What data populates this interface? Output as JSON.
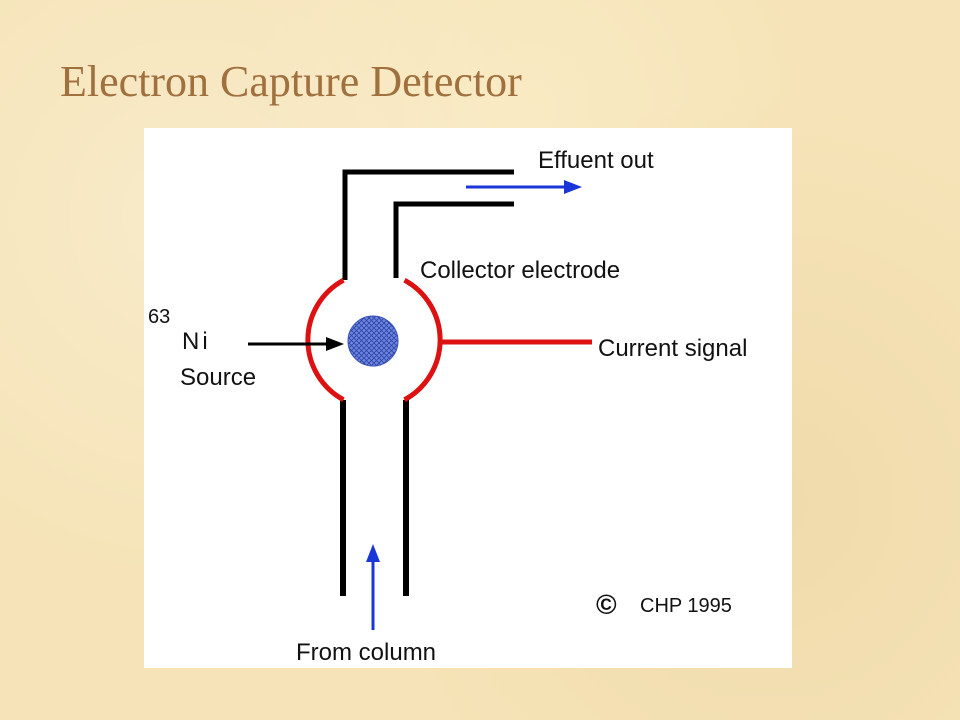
{
  "slide": {
    "title": "Electron Capture Detector"
  },
  "diagram": {
    "labels": {
      "effluent_out": "Effuent out",
      "collector_electrode": "Collector electrode",
      "isotope_mass": "63",
      "isotope_symbol": "Ni",
      "source": "Source",
      "current_signal": "Current signal",
      "from_column": "From column",
      "copyright_symbol": "©",
      "copyright_text": "CHP 1995"
    },
    "colors": {
      "tube": "#000000",
      "electrode": "#dd1111",
      "flow_arrow": "#1a35d8",
      "source_fill": "#5a78d8"
    },
    "icons": [
      "arrow-right-icon",
      "arrow-up-icon",
      "copyright-icon"
    ]
  }
}
